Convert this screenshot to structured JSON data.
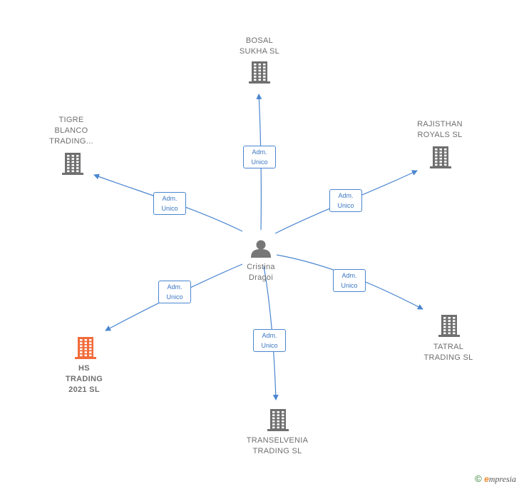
{
  "center": {
    "name": "Cristina\nDragoi",
    "icon": "person-icon"
  },
  "companies": [
    {
      "id": "bosal",
      "name": "BOSAL\nSUKHA SL",
      "color": "#6f6f6f",
      "highlight": false
    },
    {
      "id": "tigre",
      "name": "TIGRE\nBLANCO\nTRADING...",
      "color": "#6f6f6f",
      "highlight": false
    },
    {
      "id": "rajisthan",
      "name": "RAJISTHAN\nROYALS SL",
      "color": "#6f6f6f",
      "highlight": false
    },
    {
      "id": "hs",
      "name": "HS\nTRADING\n2021 SL",
      "color": "#f26b3a",
      "highlight": true
    },
    {
      "id": "tatral",
      "name": "TATRAL\nTRADING SL",
      "color": "#6f6f6f",
      "highlight": false
    },
    {
      "id": "transelvenia",
      "name": "TRANSELVENIA\nTRADING SL",
      "color": "#6f6f6f",
      "highlight": false
    }
  ],
  "edges": [
    {
      "to": "bosal",
      "label": "Adm.\nUnico"
    },
    {
      "to": "tigre",
      "label": "Adm.\nUnico"
    },
    {
      "to": "rajisthan",
      "label": "Adm.\nUnico"
    },
    {
      "to": "hs",
      "label": "Adm.\nUnico"
    },
    {
      "to": "tatral",
      "label": "Adm.\nUnico"
    },
    {
      "to": "transelvenia",
      "label": "Adm.\nUnico"
    }
  ],
  "colors": {
    "edge": "#4a86d0",
    "person": "#777777"
  },
  "copyright": {
    "symbol": "©",
    "brand_e": "e",
    "brand_rest": "mpresia"
  }
}
